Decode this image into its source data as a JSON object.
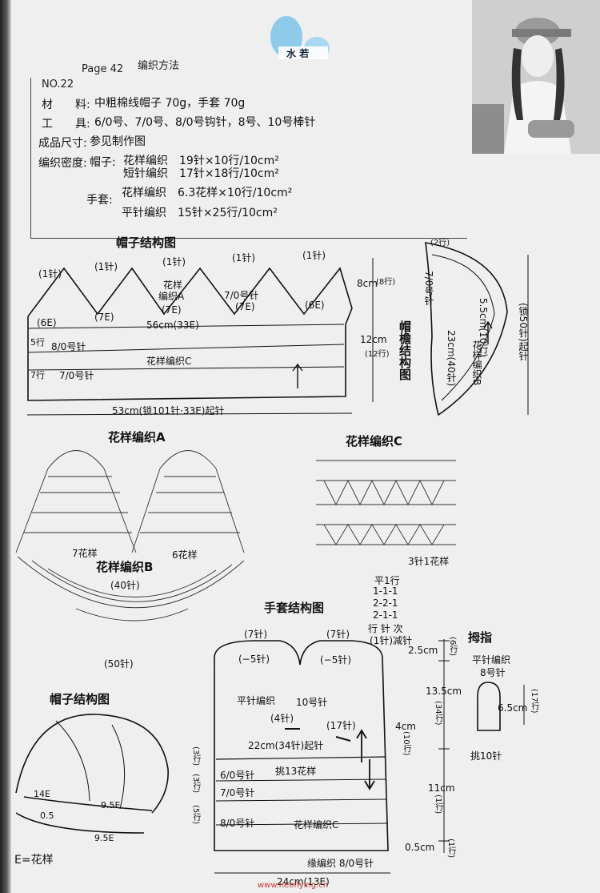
{
  "header": {
    "no": "NO.22",
    "page": "Page 42",
    "section": "编织方法"
  },
  "logo_text": "水 若",
  "materials": {
    "line1_label": "材　　料:",
    "line1_value": "中粗棉线帽子 70g，手套 70g",
    "line2_label": "工　　具:",
    "line2_value": "6/0号、7/0号、8/0号钩针，8号、10号棒针",
    "line3_label": "成品尺寸:",
    "line3_value": "参见制作图",
    "line4_label": "编织密度:",
    "line4_sub": "帽子:",
    "line4_value": "花样编织　19针×10行/10cm²",
    "line5_value": "短针编织　17针×18行/10cm²",
    "line6_sub": "手套:",
    "line6_value": "花样编织　6.3花样×10行/10cm²",
    "line7_value": "平针编织　15针×25行/10cm²"
  },
  "hat_diagram": {
    "title": "帽子结构图",
    "peak1": "(1针)",
    "peak2": "(1针)",
    "peak3": "(1针)",
    "peak4": "(1针)",
    "peak5": "(1针)",
    "pattern_a": "花样",
    "pattern_a2": "编织A",
    "needle_peak": "7/0号针",
    "e6a": "(6E)",
    "e7a": "(7E)",
    "e7b": "(7E)",
    "e7c": "(7E)",
    "e6b": "(6E)",
    "width56": "56cm(33E)",
    "needle8": "8/0号针",
    "pattern_c": "花样编织C",
    "needle7": "7/0号针",
    "rows5": "5行",
    "rows7": "7行",
    "h8": "8cm",
    "h8r": "(8行)",
    "h12": "12cm",
    "h12r": "(12行)",
    "bottom": "53cm(锁101针·33E)起针"
  },
  "brim_diagram": {
    "title": "帽檐结构图",
    "top_rows": "(2行)",
    "needle": "7/0号针",
    "length": "23cm(40针)",
    "pattern": "花样编织B",
    "height": "5.5cm(10行)",
    "chain": "(锁50针)起针"
  },
  "pattern_a_chart": {
    "title": "花样编织A",
    "rep7": "7花样",
    "rep6": "6花样"
  },
  "pattern_b_chart": {
    "title": "花样编织B",
    "top": "(40针)",
    "bottom": "(50针)"
  },
  "pattern_c_chart": {
    "title": "花样编织C",
    "repeat": "3针1花样"
  },
  "glove_diagram": {
    "title": "手套结构图",
    "dec_rule1": "平1行",
    "dec_rule2": "1-1-1",
    "dec_rule3": "2-2-1",
    "dec_rule4": "2-1-1",
    "dec_rule5": "行 针 次",
    "dec_rule6": "(1针)减针",
    "top_left": "(7针)",
    "top_right": "(7针)",
    "minus_left": "(−5针)",
    "minus_right": "(−5针)",
    "stockinette": "平针编织",
    "needle10": "10号针",
    "four": "(4针)",
    "seventeen": "(17针)",
    "cast_on": "22cm(34针)起针",
    "pick13": "挑13花样",
    "n6": "6/0号针",
    "n7": "7/0号针",
    "n8": "8/0号针",
    "pattern_c": "花样编织C",
    "edge": "缘编织 8/0号针",
    "r3a": "(3行)",
    "r3b": "(3行)",
    "r5": "(5行)",
    "h25": "2.5cm",
    "r6": "(6行)",
    "h135": "13.5cm",
    "r34": "(34行)",
    "h4": "4cm",
    "r10": "(10行)",
    "h11": "11cm",
    "r1": "(1行)",
    "h05": "0.5cm",
    "r1b": "(1行)",
    "bottom": "24cm(13E)"
  },
  "thumb_diagram": {
    "title": "拇指",
    "method": "平针编织",
    "needle": "8号针",
    "h": "6.5cm",
    "rows": "(17行)",
    "pick": "挑10针"
  },
  "hat_sketch": {
    "title": "帽子结构图",
    "e14": "14E",
    "e95a": "9.5E",
    "e95b": "9.5E",
    "d05": "0.5",
    "legend": "E=花样"
  },
  "watermark": "www.neoflying.cn"
}
